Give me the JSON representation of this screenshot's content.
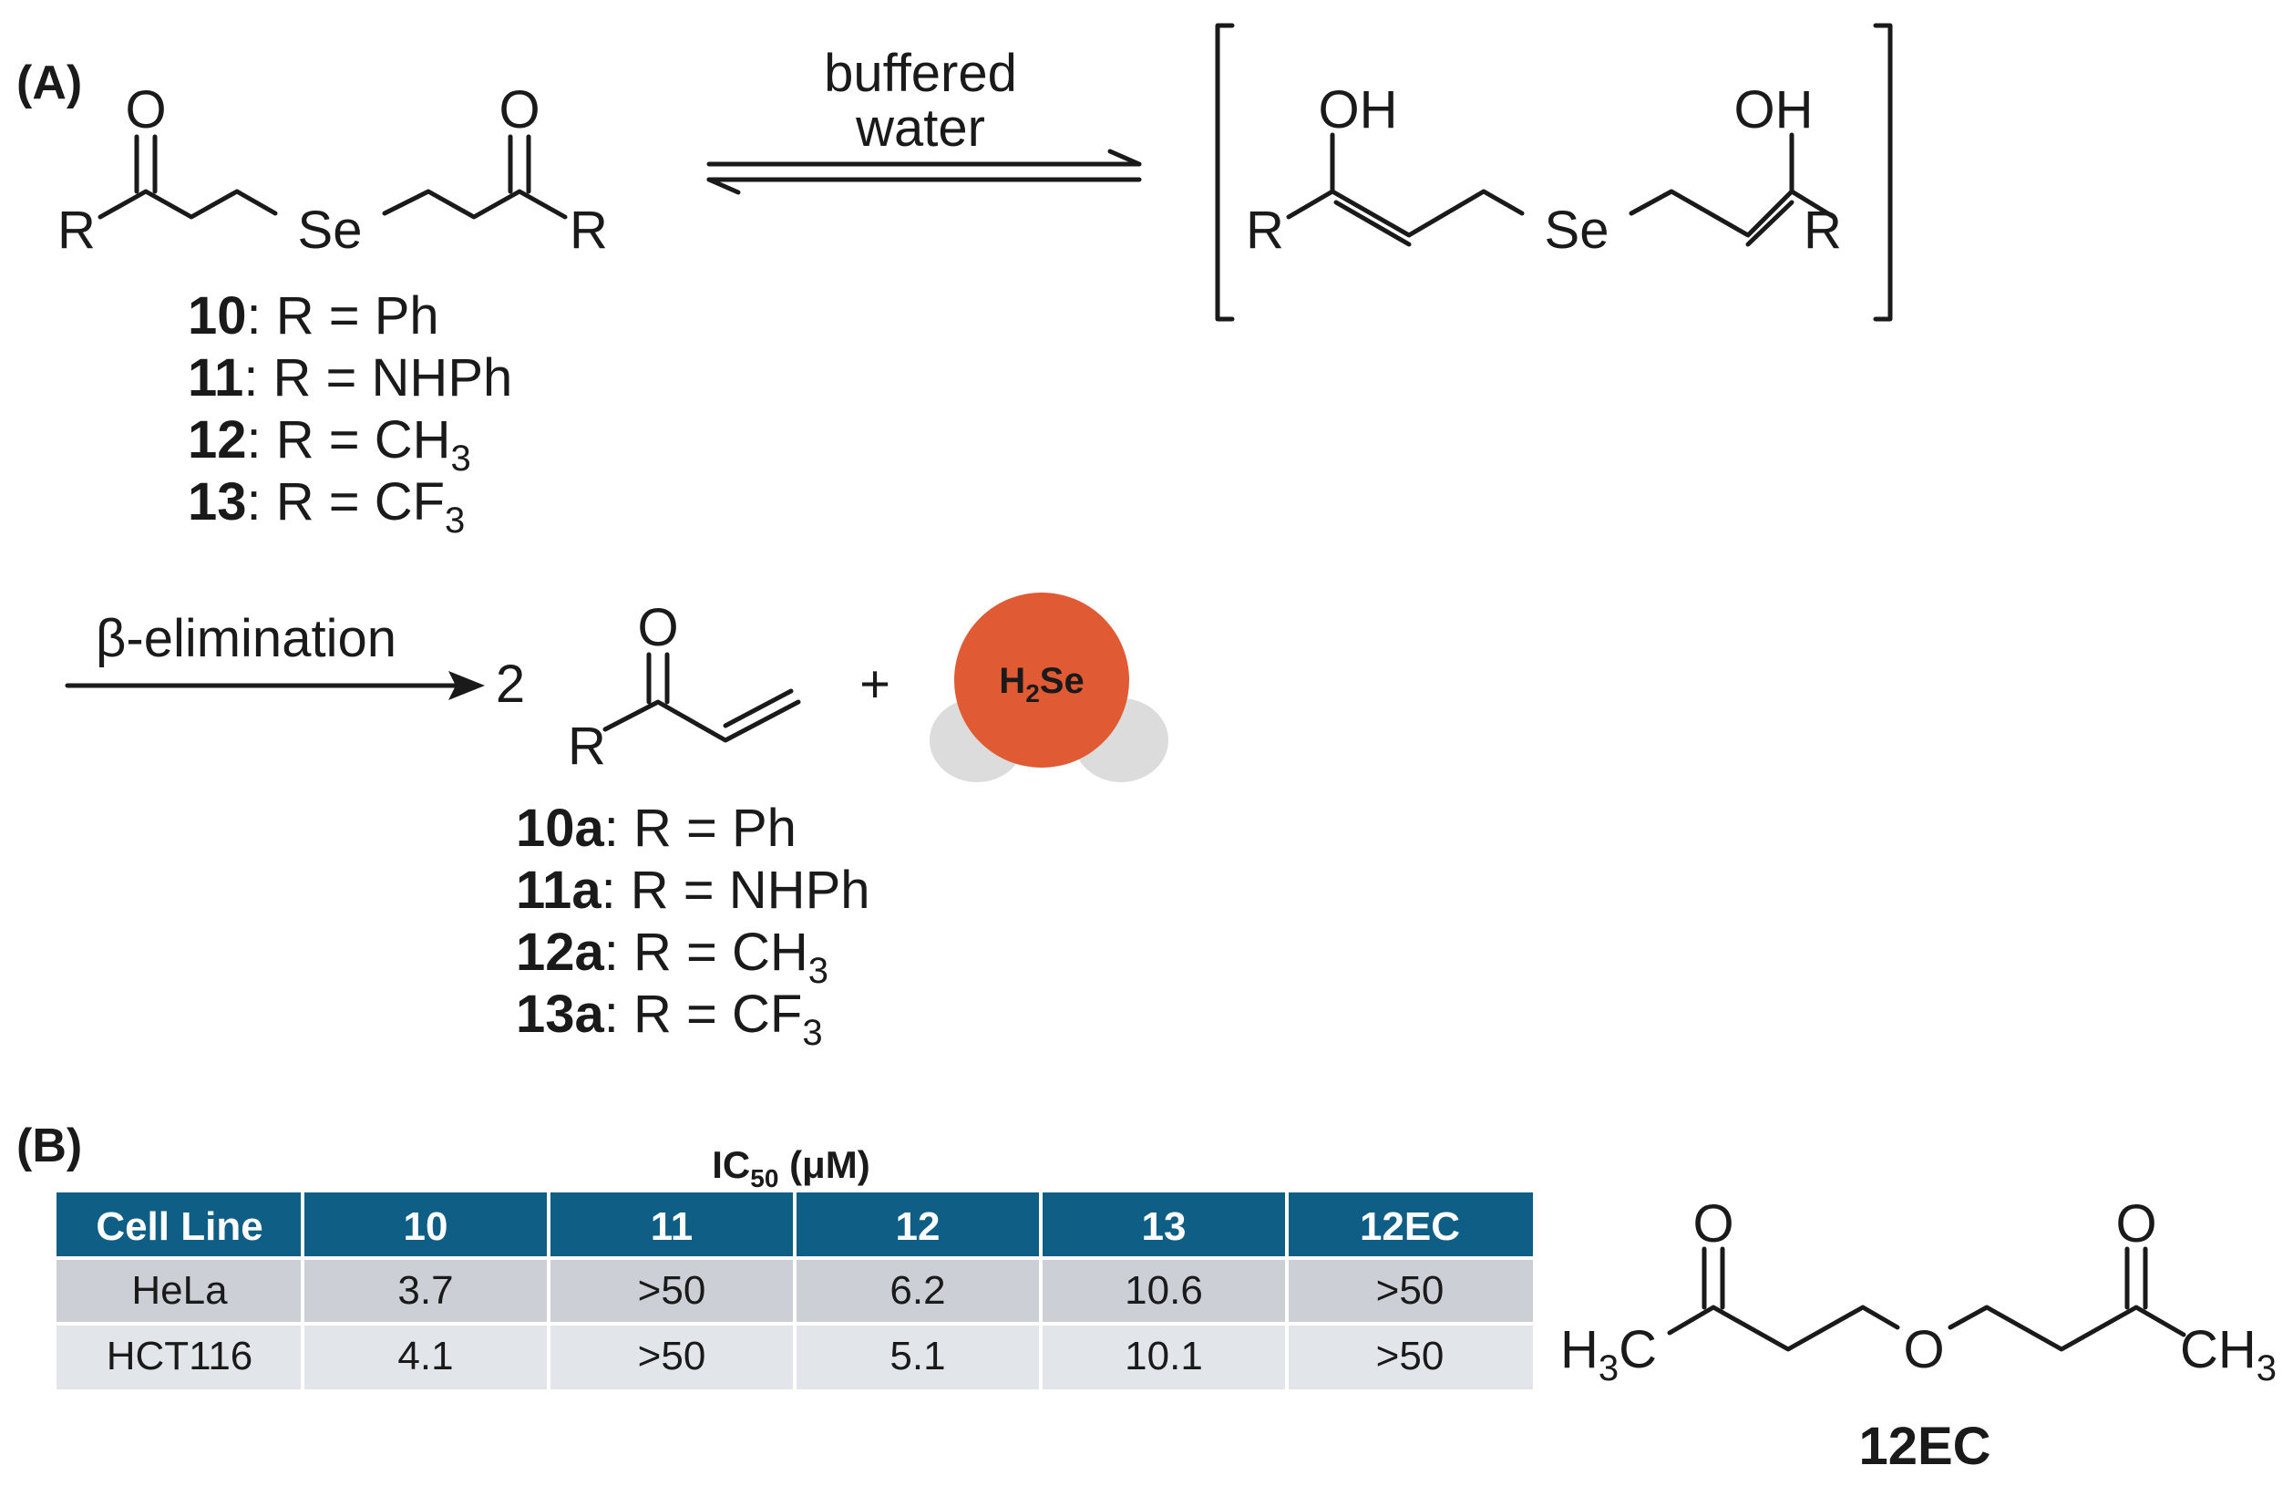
{
  "panel_a": {
    "label": "(A)",
    "reagent_line1": "buffered",
    "reagent_line2": "water",
    "atom_O": "O",
    "atom_R": "R",
    "atom_Se": "Se",
    "atom_OH": "OH",
    "compounds": [
      {
        "id": "10",
        "sep": ": R = ",
        "group": "Ph",
        "sub": ""
      },
      {
        "id": "11",
        "sep": ": R = ",
        "group": "NHPh",
        "sub": ""
      },
      {
        "id": "12",
        "sep": ": R = ",
        "group": "CH",
        "sub": "3"
      },
      {
        "id": "13",
        "sep": ": R = ",
        "group": "CF",
        "sub": "3"
      }
    ],
    "elimination_label": "β-elimination",
    "coefficient": "2",
    "plus": "+",
    "h2se": {
      "h": "H",
      "sub": "2",
      "se": "Se",
      "color": "#E05A33",
      "lobe_color": "#DCDCDC"
    },
    "products": [
      {
        "id": "10a",
        "sep": ": R = ",
        "group": "Ph",
        "sub": ""
      },
      {
        "id": "11a",
        "sep": ": R = ",
        "group": "NHPh",
        "sub": ""
      },
      {
        "id": "12a",
        "sep": ": R = ",
        "group": "CH",
        "sub": "3"
      },
      {
        "id": "13a",
        "sep": ": R = ",
        "group": "CF",
        "sub": "3"
      }
    ]
  },
  "panel_b": {
    "label": "(B)",
    "ic50_title": "IC",
    "ic50_sub": "50",
    "ic50_unit": " (μM)",
    "header_color": "#0E5E86",
    "table": {
      "columns": [
        "Cell Line",
        "10",
        "11",
        "12",
        "13",
        "12EC"
      ],
      "rows": [
        [
          "HeLa",
          "3.7",
          ">50",
          "6.2",
          "10.6",
          ">50"
        ],
        [
          "HCT116",
          "4.1",
          ">50",
          "5.1",
          "10.1",
          ">50"
        ]
      ]
    },
    "structure_12ec": {
      "label": "12EC",
      "atom_O": "O",
      "left_h": "H",
      "left_sub": "3",
      "left_c": "C",
      "right_ch": "CH",
      "right_sub": "3"
    }
  }
}
